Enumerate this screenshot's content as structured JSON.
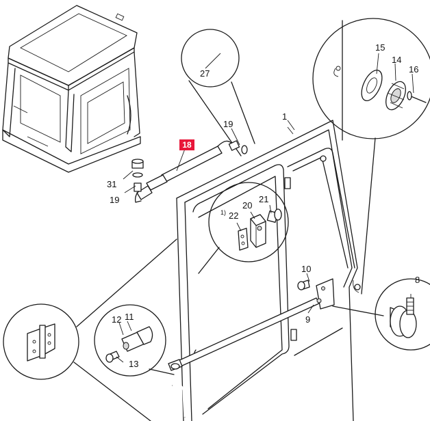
{
  "callouts": {
    "c1": "1",
    "c8": "8",
    "c9": "9",
    "c10": "10",
    "c11": "11",
    "c12": "12",
    "c13": "13",
    "c14": "14",
    "c15": "15",
    "c16": "16",
    "c18": "18",
    "c19a": "19",
    "c19b": "19",
    "c20": "20",
    "c21": "21",
    "c22": "22",
    "c27": "27",
    "c31": "31",
    "note": "1)"
  },
  "highlight": {
    "part": "18",
    "color": "#e8173a"
  }
}
